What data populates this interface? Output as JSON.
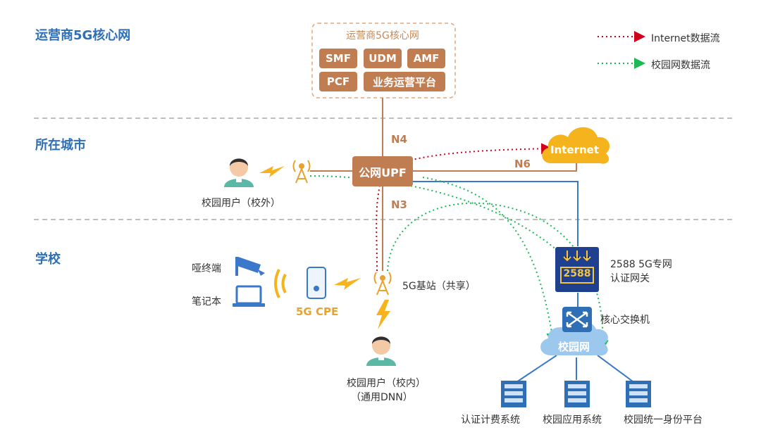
{
  "zones": {
    "operator": "运营商5G核心网",
    "city": "所在城市",
    "school": "学校"
  },
  "core": {
    "title": "运营商5G核心网",
    "boxes": [
      "SMF",
      "UDM",
      "AMF",
      "PCF",
      "业务运营平台"
    ]
  },
  "legend": {
    "internet_flow": "Internet数据流",
    "campus_flow": "校园网数据流",
    "internet_color": "#d0021b",
    "campus_color": "#1db954"
  },
  "interfaces": {
    "n4": "N4",
    "n6": "N6",
    "n3": "N3"
  },
  "nodes": {
    "upf": "公网UPF",
    "internet": "Internet",
    "user_outside": "校园用户（校外）",
    "dumb_terminal": "哑终端",
    "laptop": "笔记本",
    "cpe": "5G CPE",
    "base_station": "5G基站（共享）",
    "user_inside_line1": "校园用户（校内）",
    "user_inside_line2": "（通用DNN）",
    "gateway_line1": "2588 5G专网",
    "gateway_line2": "认证网关",
    "gateway_screen": "2588",
    "core_switch": "核心交换机",
    "campus_net": "校园网",
    "servers": [
      "认证计费系统",
      "校园应用系统",
      "校园统一身份平台"
    ]
  },
  "icons": [
    "person-icon",
    "lightning-icon",
    "antenna-icon",
    "camera-icon",
    "laptop-icon",
    "cpe-device-icon",
    "wifi-signal-icon",
    "gateway-icon",
    "switch-icon",
    "cloud-icon",
    "server-icon"
  ]
}
